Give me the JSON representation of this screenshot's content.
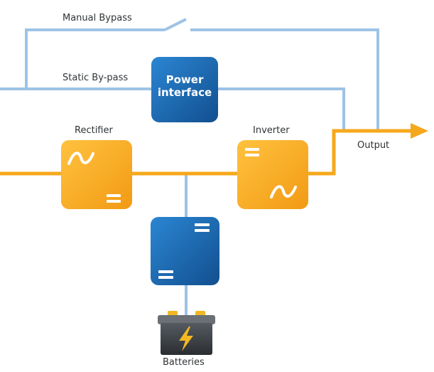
{
  "labels": {
    "manual_bypass": "Manual Bypass",
    "static_bypass": "Static By-pass",
    "power_interface_line1": "Power",
    "power_interface_line2": "interface",
    "rectifier": "Rectifier",
    "inverter": "Inverter",
    "output": "Output",
    "batteries": "Batteries"
  },
  "colors": {
    "bypass_line": "#9dc3e6",
    "main_line": "#f6a81c",
    "rectifier_box": "#f5a623",
    "inverter_box": "#f5a623",
    "power_interface_box": "#1b66ad",
    "converter_box": "#1b66ad",
    "battery_body": "#3b4045"
  },
  "icons": {
    "rectifier_icons": [
      "ac-sine-icon",
      "dc-equals-icon"
    ],
    "inverter_icons": [
      "dc-equals-icon",
      "ac-sine-icon"
    ],
    "converter_icons": [
      "dc-equals-icon",
      "dc-equals-icon"
    ],
    "battery_icon": "lightning-bolt-icon"
  }
}
